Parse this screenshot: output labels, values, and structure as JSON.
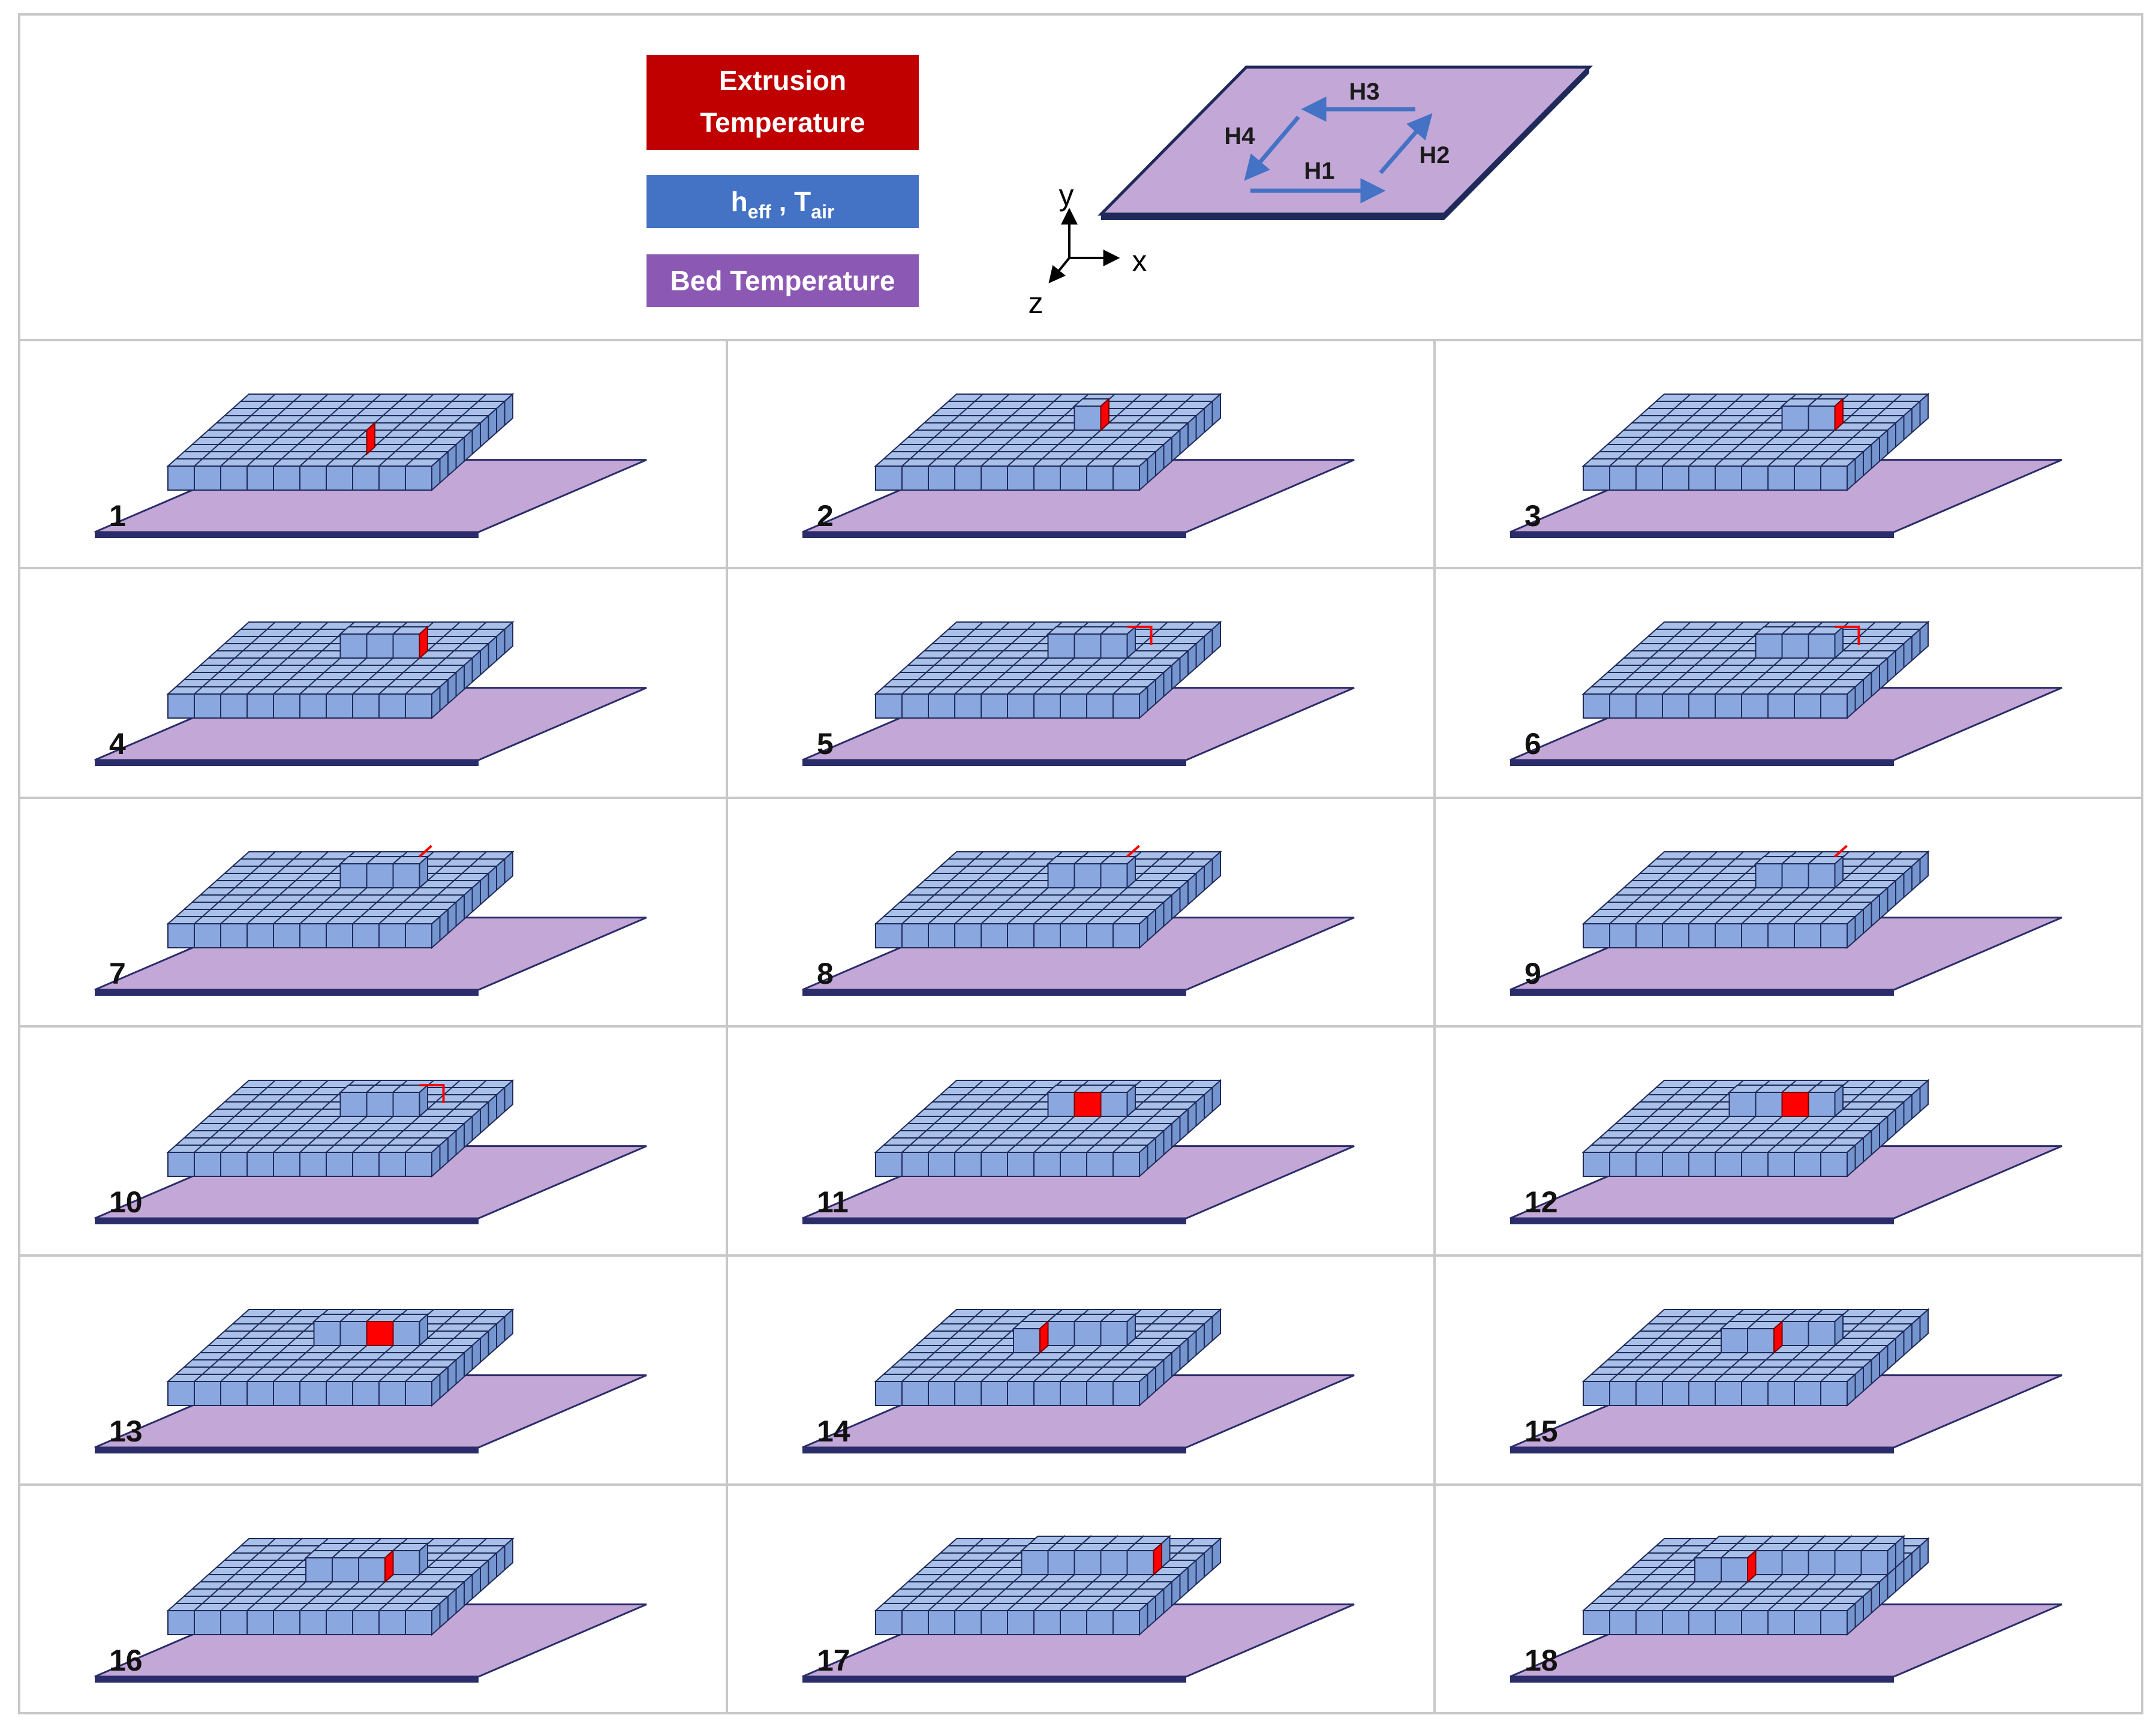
{
  "legend": {
    "items": [
      {
        "label_lines": [
          "Extrusion",
          "Temperature"
        ],
        "color": "#c00000"
      },
      {
        "symbol_h": "h",
        "symbol_h_sub": "eff",
        "symbol_t": "T",
        "symbol_t_sub": "air",
        "color": "#4472c4"
      },
      {
        "label_lines": [
          "Bed Temperature"
        ],
        "color": "#8b59b4"
      }
    ]
  },
  "axes": {
    "x": "x",
    "y": "y",
    "z": "z"
  },
  "heating_plate": {
    "labels": {
      "h1": "H1",
      "h2": "H2",
      "h3": "H3",
      "h4": "H4"
    },
    "fill": "#c3a7d6",
    "edge": "#1f2a5a",
    "arrow_color": "#4472c4"
  },
  "colors": {
    "bed": "#c3a7d6",
    "bed_edge": "#2b2d6b",
    "cube_top": "#a9c1e8",
    "cube_front": "#8aa8df",
    "cube_side": "#7595cf",
    "cube_line": "#1f2a5a",
    "active": "#ff0000",
    "grid_line": "#c8c8c8"
  },
  "steps": [
    {
      "label": "1",
      "stage": "base",
      "active": "side"
    },
    {
      "label": "2",
      "stage": "1",
      "active": "side"
    },
    {
      "label": "3",
      "stage": "2",
      "active": "side"
    },
    {
      "label": "4",
      "stage": "3",
      "active": "side"
    },
    {
      "label": "5",
      "stage": "3",
      "active": "edge"
    },
    {
      "label": "6",
      "stage": "3",
      "active": "edge"
    },
    {
      "label": "7",
      "stage": "3",
      "active": "line"
    },
    {
      "label": "8",
      "stage": "3",
      "active": "line"
    },
    {
      "label": "9",
      "stage": "3",
      "active": "line"
    },
    {
      "label": "10",
      "stage": "3",
      "active": "edge"
    },
    {
      "label": "11",
      "stage": "3",
      "active": "face"
    },
    {
      "label": "12",
      "stage": "4",
      "active": "face"
    },
    {
      "label": "13",
      "stage": "4",
      "active": "face"
    },
    {
      "label": "14",
      "stage": "5",
      "active": "side"
    },
    {
      "label": "15",
      "stage": "6",
      "active": "side"
    },
    {
      "label": "16",
      "stage": "7",
      "active": "side"
    },
    {
      "label": "17",
      "stage": "8",
      "active": "side"
    },
    {
      "label": "18",
      "stage": "9",
      "active": "side"
    }
  ]
}
